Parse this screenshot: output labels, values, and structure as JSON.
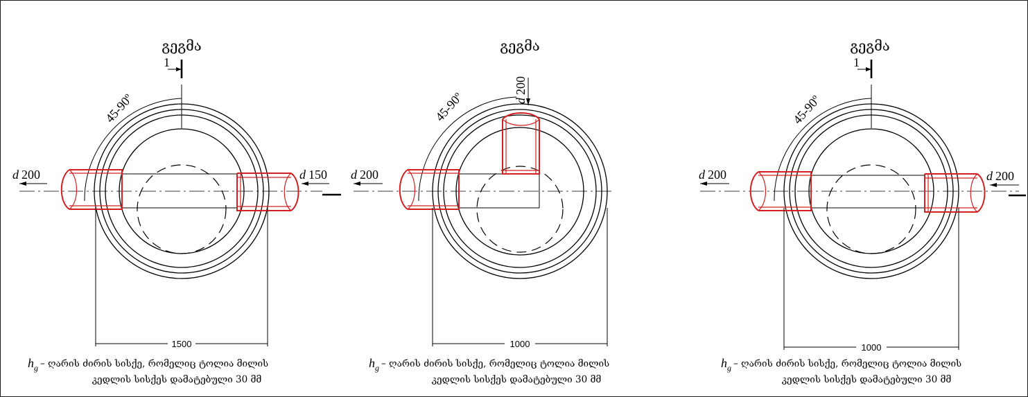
{
  "panels": [
    {
      "title": "გეგმა",
      "section_mark": "1",
      "angle_label": "45-90º",
      "left_pipe_label": "200",
      "right_pipe_label": "150",
      "top_pipe_label": "",
      "width_dim": "1500",
      "note_h": "h",
      "note_sub": "g",
      "note_line1": "– ღარის ძირის სისქე, რომელიც ტოლია მილის",
      "note_line2": "კედლის სისქეს დამატებული 30 მმ"
    },
    {
      "title": "გეგმა",
      "section_mark": "",
      "angle_label": "45-90º",
      "left_pipe_label": "200",
      "right_pipe_label": "",
      "top_pipe_label": "200",
      "width_dim": "1000",
      "note_h": "h",
      "note_sub": "g",
      "note_line1": "– ღარის ძირის სისქე, რომელიც ტოლია მილის",
      "note_line2": "კედლის სისქეს დამატებული 30 მმ"
    },
    {
      "title": "გეგმა",
      "section_mark": "1",
      "angle_label": "45-90º",
      "left_pipe_label": "200",
      "right_pipe_label": "200",
      "top_pipe_label": "",
      "width_dim": "1000",
      "note_h": "h",
      "note_sub": "g",
      "note_line1": "– ღარის ძირის სისქე, რომელიც ტოლია მილის",
      "note_line2": "კედლის სისქეს დამატებული 30 მმ"
    }
  ],
  "diameter_symbol": "d",
  "colors": {
    "pipe": "#d42020",
    "lines": "#000000",
    "background": "#ffffff"
  }
}
